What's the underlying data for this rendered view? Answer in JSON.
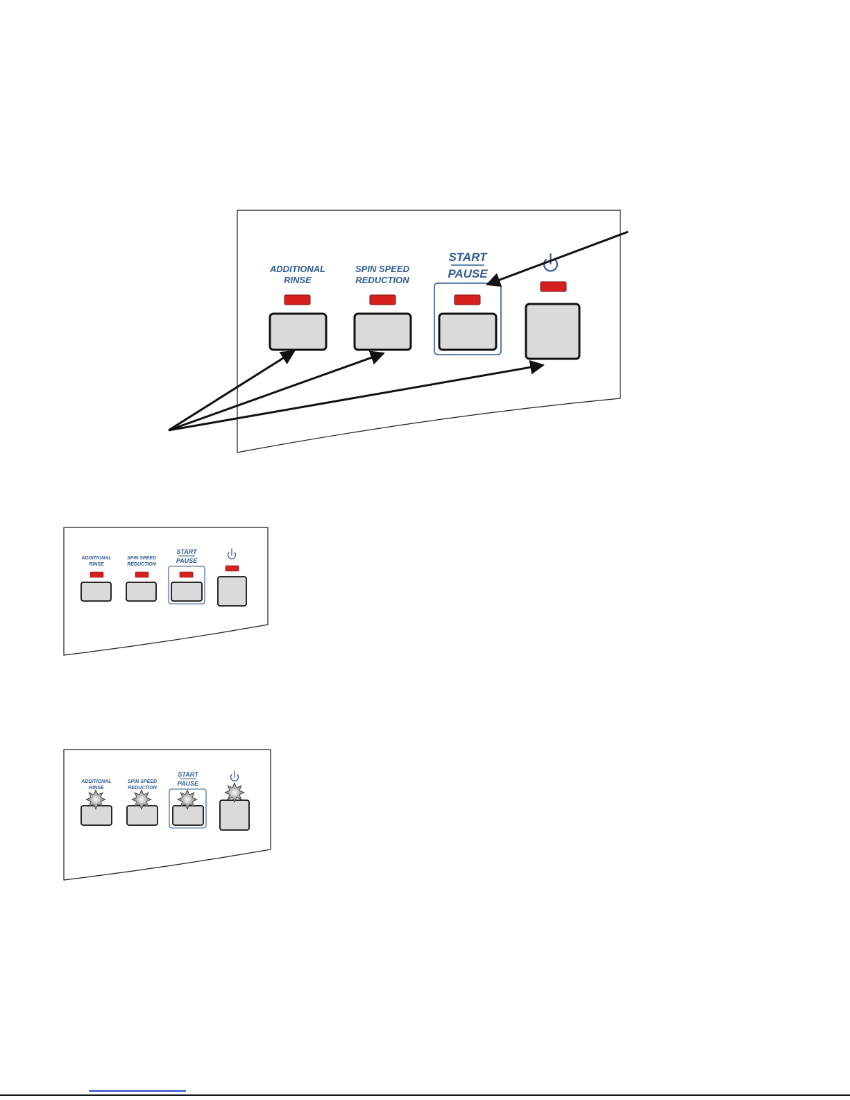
{
  "panel_labels": {
    "additional_rinse": [
      "ADDITIONAL",
      "RINSE"
    ],
    "spin_speed_reduction": [
      "SPIN SPEED",
      "REDUCTION"
    ],
    "start_pause": [
      "START",
      "PAUSE"
    ]
  },
  "icons": {
    "power": "power-icon",
    "led": "led-indicator",
    "flash": "flashing-light-icon"
  },
  "colors": {
    "label_blue": "#2f5a92",
    "led_red": "#d62020",
    "button_grey": "#dadada",
    "arrow_black": "#111111"
  },
  "states": {
    "diagram_1": "LEDs shown lit",
    "diagram_2": "LEDs shown lit",
    "diagram_3": "LEDs shown flashing"
  }
}
